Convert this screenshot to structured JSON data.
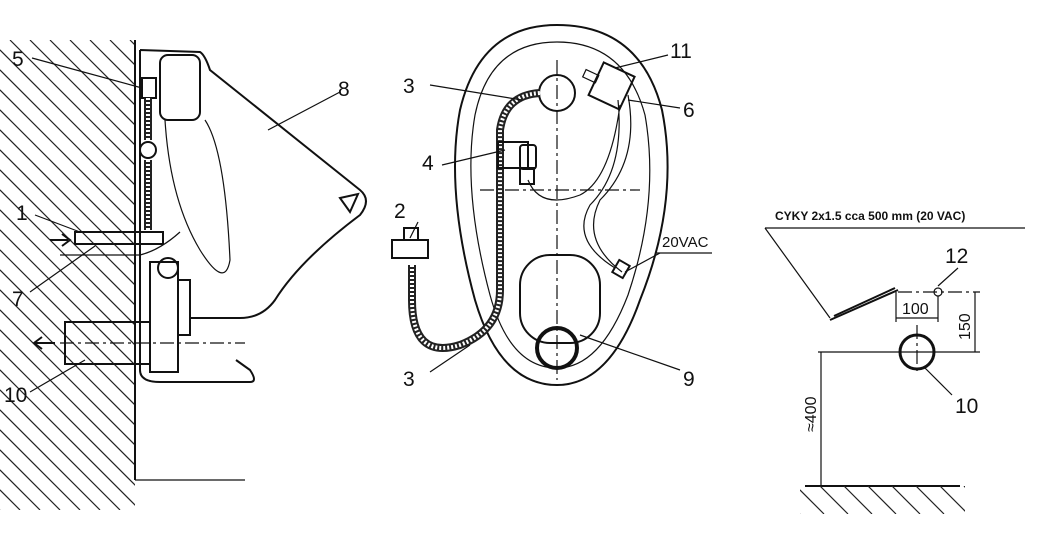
{
  "side_view": {
    "labels": {
      "p5": "5",
      "p8": "8",
      "p1": "1",
      "p7": "7",
      "p10": "10"
    }
  },
  "back_view": {
    "labels": {
      "p3_top": "3",
      "p11": "11",
      "p6": "6",
      "p4": "4",
      "p2": "2",
      "p3_bottom": "3",
      "p9": "9"
    },
    "voltage": "20VAC"
  },
  "installation_view": {
    "cable_label": "CYKY 2x1.5 cca 500 mm (20 VAC)",
    "labels": {
      "p12": "12",
      "p10": "10"
    },
    "dimensions": {
      "horizontal": "100",
      "vertical": "150",
      "height": "≈400"
    }
  }
}
